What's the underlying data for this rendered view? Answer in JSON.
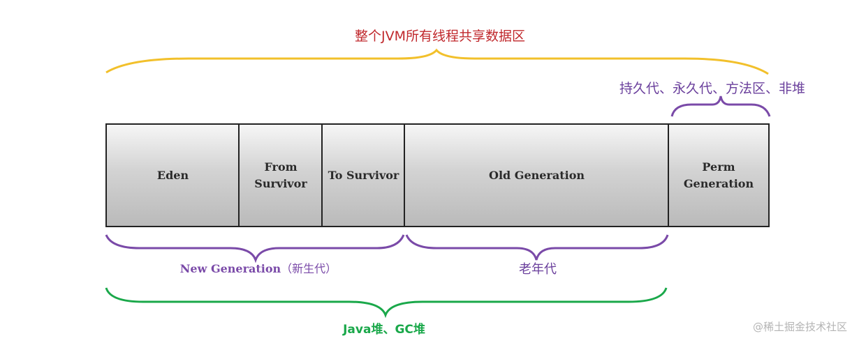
{
  "title": "整个JVM所有线程共享数据区",
  "perm_alias": "持久代、永久代、方法区、非堆",
  "segments": [
    {
      "label": "Eden"
    },
    {
      "label": "From\nSurvivor"
    },
    {
      "label": "To Survivor"
    },
    {
      "label": "Old Generation"
    },
    {
      "label": "Perm\nGeneration"
    }
  ],
  "young_generation": {
    "name": "New Generation",
    "cn": "（新生代）"
  },
  "old_generation_label": "老年代",
  "heap_label": "Java堆、GC堆",
  "watermark": "@稀土掘金技术社区",
  "colors": {
    "title": "#c0282c",
    "brace_all": "#f2c02b",
    "brace_perm": "#7a4aa8",
    "brace_young_old": "#7a4aa8",
    "brace_heap": "#1aa84a"
  }
}
